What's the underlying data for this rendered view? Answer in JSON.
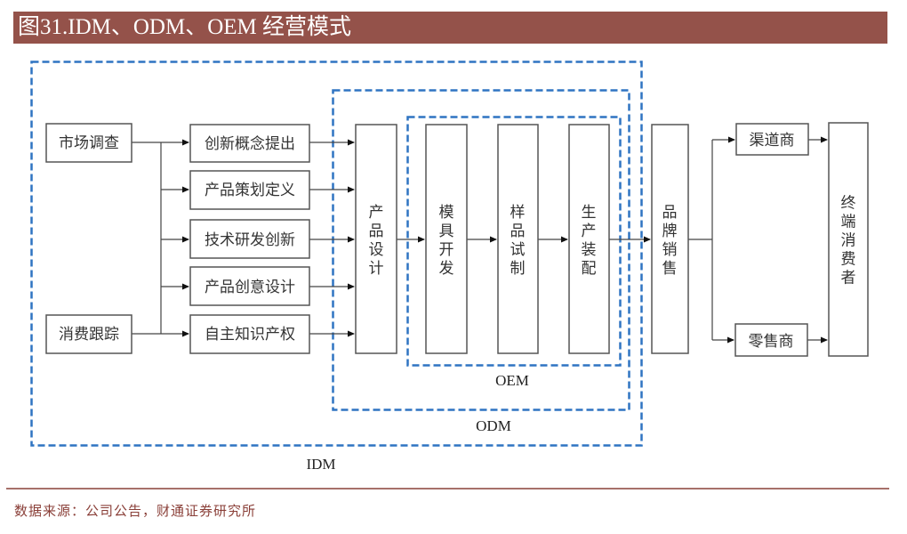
{
  "header": {
    "title": "图31.IDM、ODM、OEM 经营模式"
  },
  "colors": {
    "title_bg": "#94524a",
    "dash_border": "#2f74c2",
    "box_border": "#555555",
    "source_text": "#8a3f38"
  },
  "diagram": {
    "inputs": [
      "市场调查",
      "消费跟踪"
    ],
    "activities": [
      "创新概念提出",
      "产品策划定义",
      "技术研发创新",
      "产品创意设计",
      "自主知识产权"
    ],
    "design": "产品设计",
    "oem_steps": [
      "模具开发",
      "样品试制",
      "生产装配"
    ],
    "brand_sales": "品牌销售",
    "channels": [
      "渠道商",
      "零售商"
    ],
    "consumer": "终端消费者",
    "scope_labels": {
      "oem": "OEM",
      "odm": "ODM",
      "idm": "IDM"
    }
  },
  "footer": {
    "source": "数据来源：公司公告，财通证券研究所"
  }
}
